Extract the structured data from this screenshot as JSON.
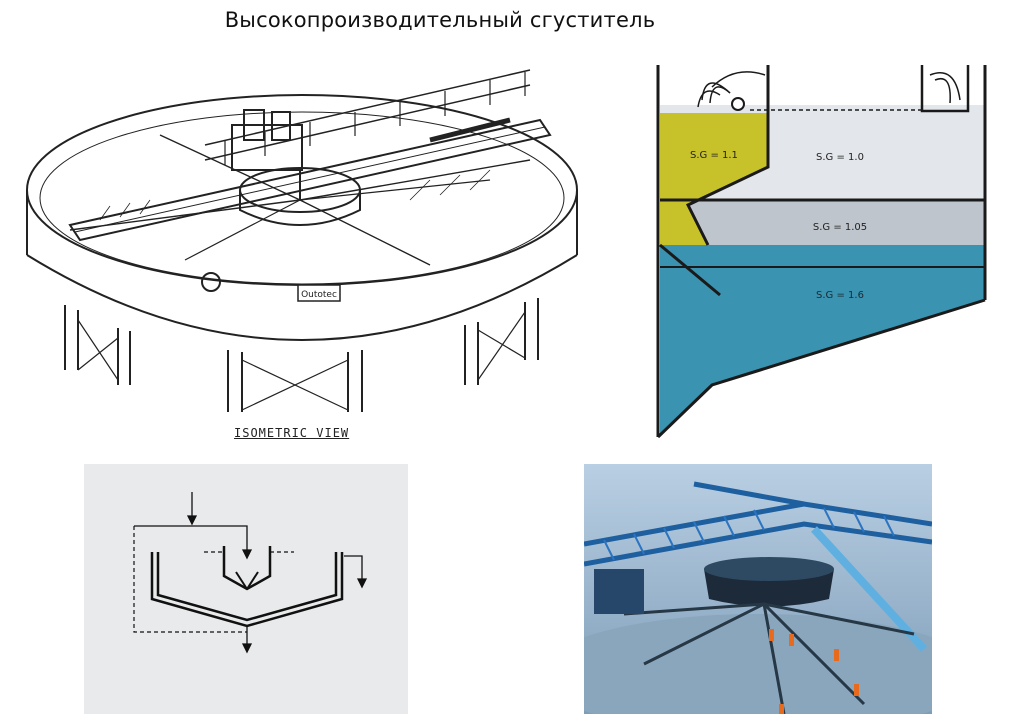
{
  "title": "Высокопроизводительный сгуститель",
  "isometric": {
    "caption": "ISOMETRIC VIEW",
    "badge": "Outotec"
  },
  "layers": [
    {
      "label": "S.G = 1.1",
      "color": "#c8c22a"
    },
    {
      "label": "S.G = 1.0",
      "color": "#e3e6ea"
    },
    {
      "label": "S.G = 1.05",
      "color": "#bfc5cc"
    },
    {
      "label": "S.G = 1.6",
      "color": "#3a93b0"
    }
  ]
}
